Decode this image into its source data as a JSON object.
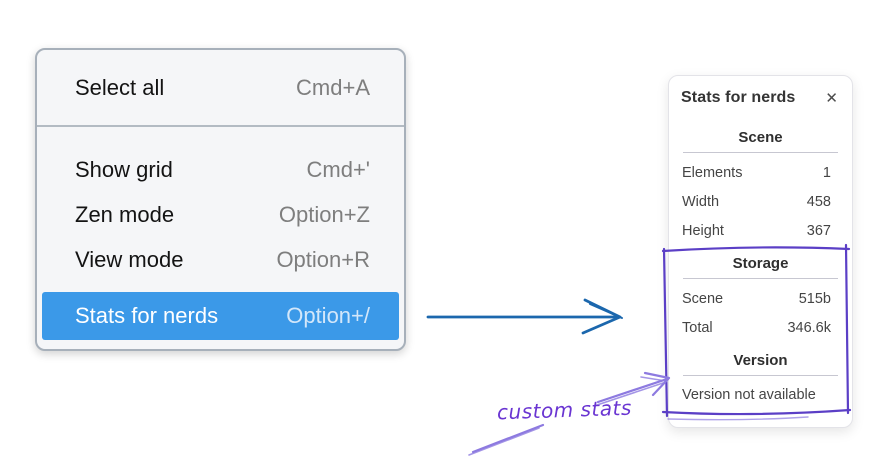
{
  "context_menu": {
    "items": [
      {
        "label": "Select all",
        "shortcut": "Cmd+A",
        "highlighted": false
      },
      {
        "label": "Show grid",
        "shortcut": "Cmd+'",
        "highlighted": false
      },
      {
        "label": "Zen mode",
        "shortcut": "Option+Z",
        "highlighted": false
      },
      {
        "label": "View mode",
        "shortcut": "Option+R",
        "highlighted": false
      },
      {
        "label": "Stats for nerds",
        "shortcut": "Option+/",
        "highlighted": true
      }
    ]
  },
  "stats_panel": {
    "title": "Stats for nerds",
    "scene": {
      "heading": "Scene",
      "rows": [
        {
          "label": "Elements",
          "value": "1"
        },
        {
          "label": "Width",
          "value": "458"
        },
        {
          "label": "Height",
          "value": "367"
        }
      ]
    },
    "storage": {
      "heading": "Storage",
      "rows": [
        {
          "label": "Scene",
          "value": "515b"
        },
        {
          "label": "Total",
          "value": "346.6k"
        }
      ]
    },
    "version": {
      "heading": "Version",
      "note": "Version not available"
    }
  },
  "annotation": {
    "label": "custom stats"
  },
  "icons": {
    "close": "✕"
  },
  "colors": {
    "menu_highlight": "#3b99e8",
    "arrow_blue": "#1b67ad",
    "purple_dark": "#5b3fc6",
    "purple_light": "#8d7ae0",
    "annotation_text": "#6a35d2"
  }
}
